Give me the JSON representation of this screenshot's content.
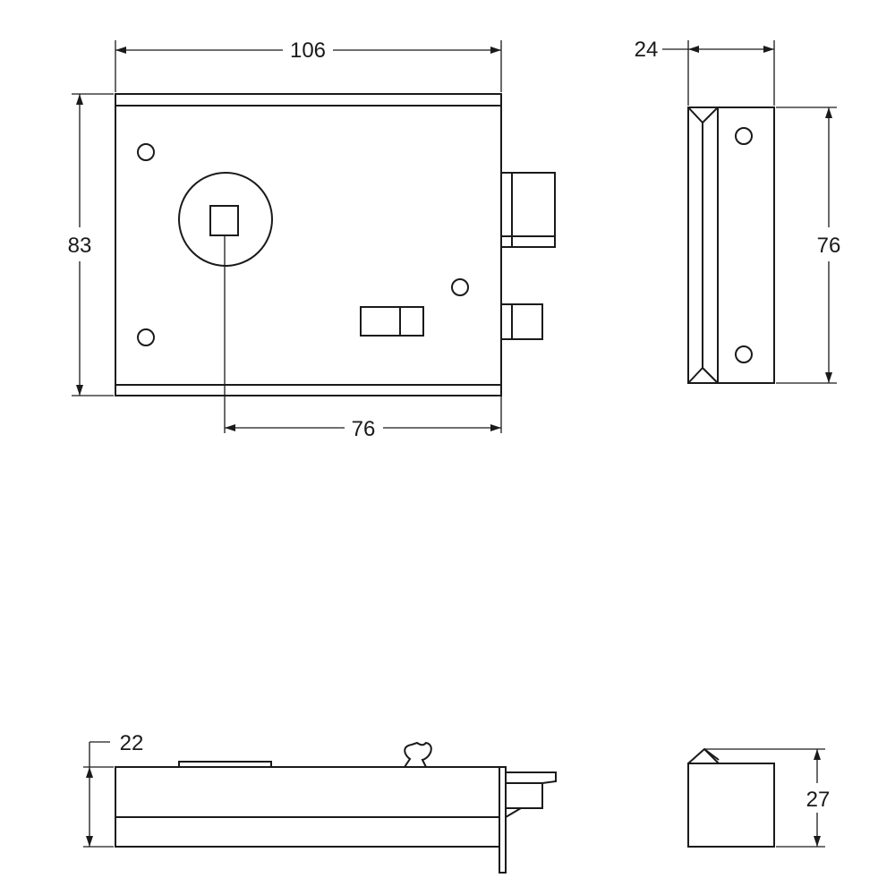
{
  "colors": {
    "line": "#1a1a1a",
    "background": "#ffffff"
  },
  "dimensions": {
    "front_width": "106",
    "front_height": "83",
    "keyhole_to_edge": "76",
    "side_depth": "24",
    "side_height": "76",
    "bottom_depth": "22",
    "end_height": "27"
  }
}
